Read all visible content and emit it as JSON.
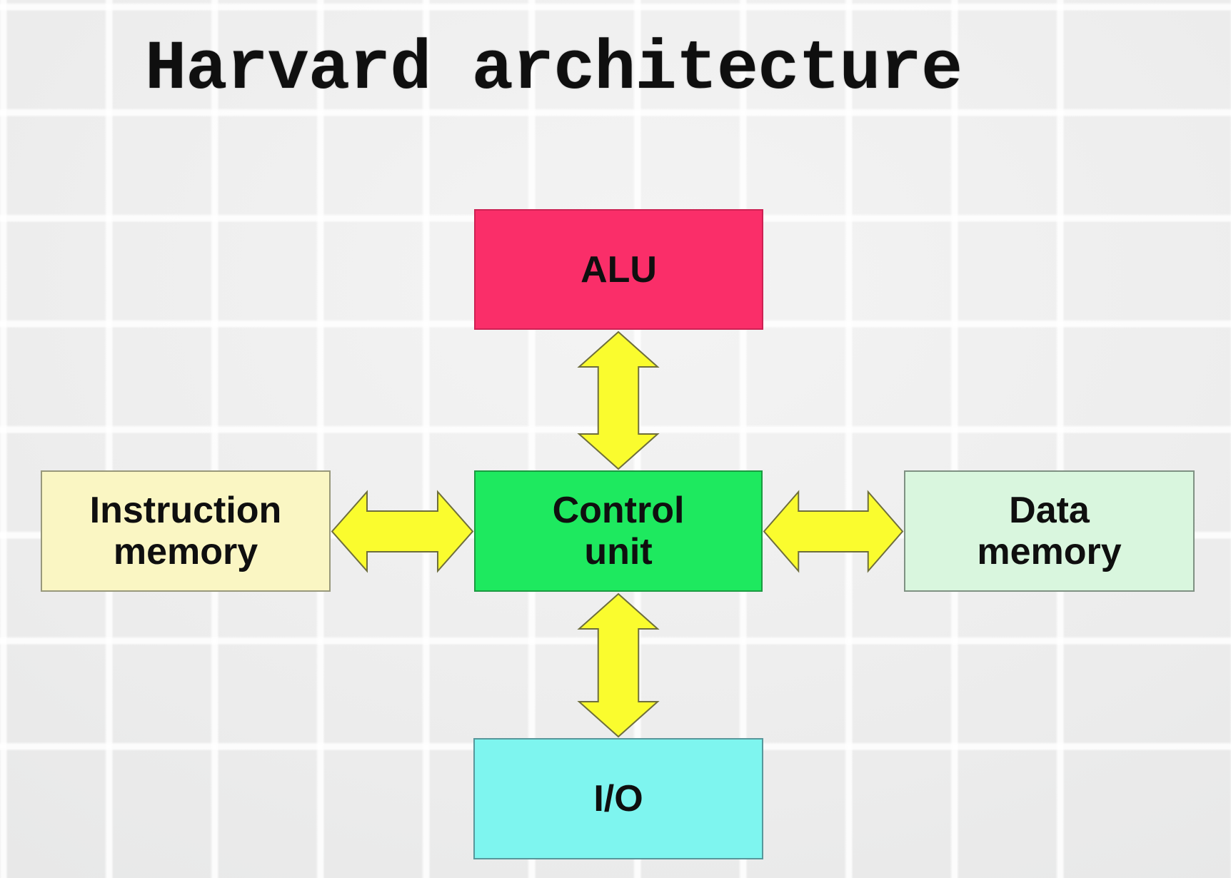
{
  "title": "Harvard architecture",
  "colors": {
    "alu_fill": "#fa2e69",
    "control_fill": "#1ee95f",
    "instruction_fill": "#faf6c3",
    "data_fill": "#d9f6de",
    "io_fill": "#7ef5ef",
    "arrow_fill": "#fafc2e",
    "arrow_outline": "#6e6e3c",
    "text_color": "#0f0f0f",
    "background": "#ececec"
  },
  "nodes": {
    "alu": {
      "label": "ALU"
    },
    "control_unit": {
      "line1": "Control",
      "line2": "unit"
    },
    "instruction_memory": {
      "line1": "Instruction",
      "line2": "memory"
    },
    "data_memory": {
      "line1": "Data",
      "line2": "memory"
    },
    "io": {
      "label": "I/O"
    }
  },
  "edges": [
    {
      "from": "Control unit",
      "to": "ALU",
      "style": "double-headed-arrow",
      "orientation": "vertical"
    },
    {
      "from": "Control unit",
      "to": "Instruction memory",
      "style": "double-headed-arrow",
      "orientation": "horizontal"
    },
    {
      "from": "Control unit",
      "to": "Data memory",
      "style": "double-headed-arrow",
      "orientation": "horizontal"
    },
    {
      "from": "Control unit",
      "to": "I/O",
      "style": "double-headed-arrow",
      "orientation": "vertical"
    }
  ]
}
